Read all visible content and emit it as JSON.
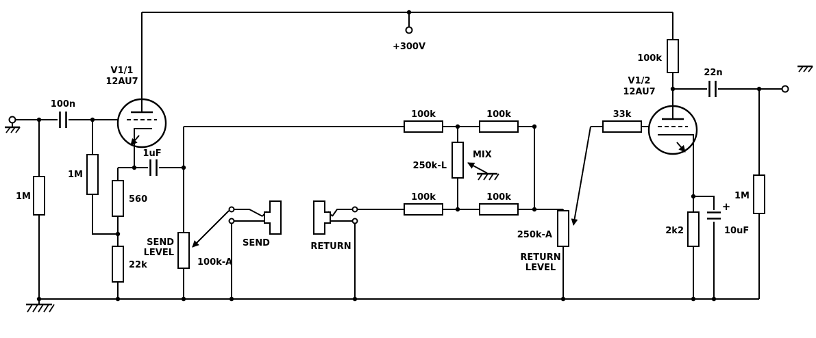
{
  "diagram_type": "tube-effects-loop-schematic",
  "colors": {
    "line": "#000000",
    "background": "#ffffff"
  },
  "labels": {
    "supply": "+300V",
    "input_cap": "100n",
    "input_resistor": "1M",
    "grid_resistor": "1M",
    "tube1_name": "V1/1",
    "tube1_type": "12AU7",
    "coupling_cap": "1uF",
    "cathode_resistor_1": "560",
    "cathode_resistor_2": "22k",
    "send_level_1": "SEND",
    "send_level_2": "LEVEL",
    "send_pot": "100k-A",
    "send_jack": "SEND",
    "return_jack": "RETURN",
    "mix_resistor_1": "100k",
    "mix_resistor_2": "100k",
    "mix_resistor_3": "100k",
    "mix_resistor_4": "100k",
    "mix_label": "MIX",
    "mix_pot": "250k-L",
    "return_pot": "250k-A",
    "return_level_1": "RETURN",
    "return_level_2": "LEVEL",
    "grid_stopper": "33k",
    "tube2_name": "V1/2",
    "tube2_type": "12AU7",
    "plate_resistor": "100k",
    "output_cap": "22n",
    "cathode_resistor_3": "2k2",
    "bypass_cap": "10uF",
    "bypass_polarity": "+",
    "output_resistor": "1M"
  }
}
